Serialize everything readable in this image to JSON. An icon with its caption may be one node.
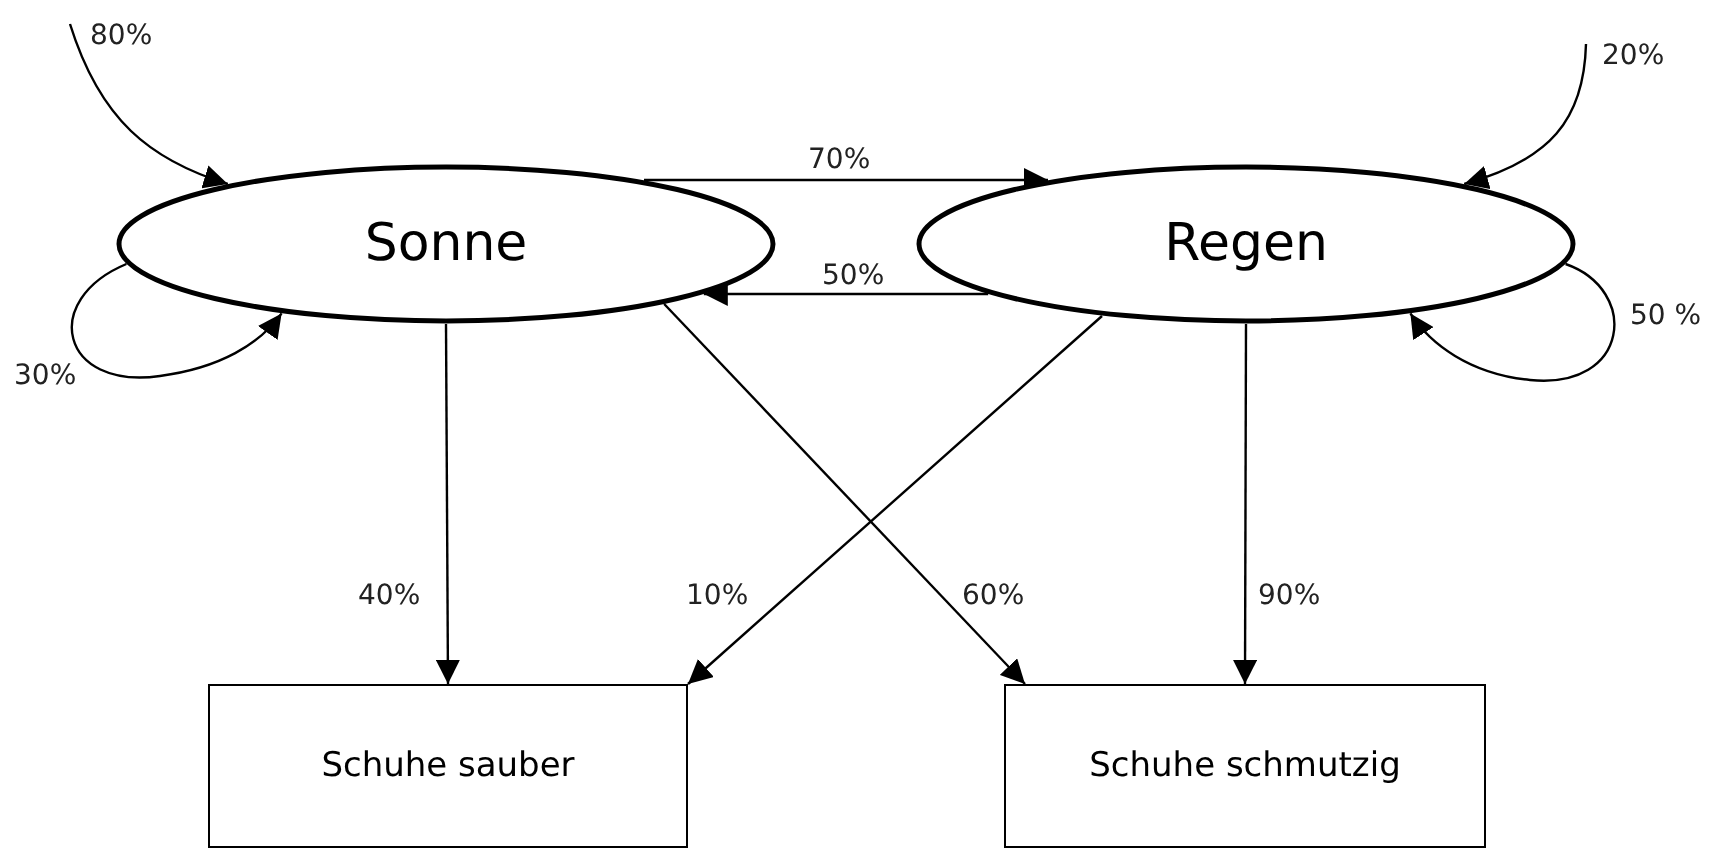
{
  "diagram": {
    "nodes": [
      {
        "text": [
          "Sonne"
        ]
      },
      {
        "text": [
          "Regen"
        ]
      },
      {
        "text": [
          "Schuhe sauber"
        ]
      },
      {
        "text": [
          "Schuhe schmutzig"
        ]
      }
    ],
    "edges": [
      {
        "from": null,
        "to": 0,
        "arrow": "to",
        "label": "80%"
      },
      {
        "from": null,
        "to": 1,
        "arrow": "to",
        "label": "20%"
      },
      {
        "from": 0,
        "to": 0,
        "arrow": "to",
        "label": "30%"
      },
      {
        "from": 0,
        "to": 1,
        "arrow": "to",
        "label": "70%"
      },
      {
        "from": 1,
        "to": 0,
        "arrow": "to",
        "label": "50%"
      },
      {
        "from": 1,
        "to": 1,
        "arrow": "to",
        "label": "50 %"
      },
      {
        "from": 0,
        "to": 2,
        "arrow": "to",
        "label": "40%"
      },
      {
        "from": 1,
        "to": 2,
        "arrow": "to",
        "label": "10%"
      },
      {
        "from": 0,
        "to": 3,
        "arrow": "to",
        "label": "60%"
      },
      {
        "from": 1,
        "to": 3,
        "arrow": "to",
        "label": "90%"
      }
    ]
  }
}
